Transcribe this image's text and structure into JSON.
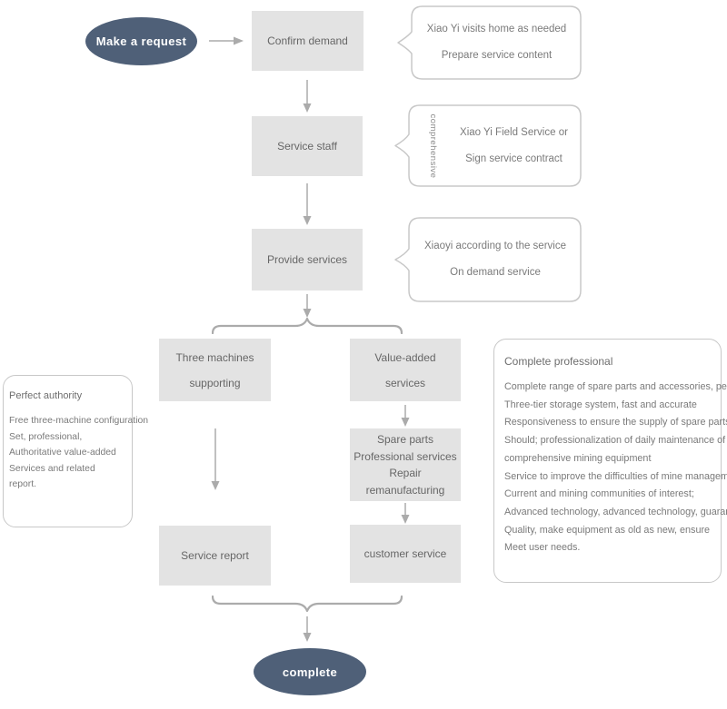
{
  "colors": {
    "terminal_fill": "#4f6078",
    "terminal_text": "#ffffff",
    "node_fill": "#e3e3e3",
    "node_text": "#666666",
    "bubble_border": "#c8c8c8",
    "bubble_text": "#7a7a7a",
    "connector": "#ababab"
  },
  "start": {
    "label": "Make a request"
  },
  "end": {
    "label": "complete"
  },
  "nodes": {
    "confirm_demand": {
      "label": "Confirm demand"
    },
    "service_staff": {
      "label": "Service staff"
    },
    "provide_services": {
      "label": "Provide services"
    },
    "three_machines": {
      "lines": [
        "Three machines",
        "supporting"
      ]
    },
    "value_added": {
      "lines": [
        "Value-added",
        "services"
      ]
    },
    "spare_parts": {
      "lines": [
        "Spare parts",
        "Professional services",
        "Repair remanufacturing"
      ]
    },
    "service_report": {
      "label": "Service report"
    },
    "customer_service": {
      "label": "customer service"
    }
  },
  "bubbles": {
    "confirm": {
      "lines": [
        "Xiao Yi visits home as needed",
        "Prepare service content"
      ]
    },
    "staff": {
      "vertical_label": "comprehensive",
      "lines": [
        "Xiao Yi Field Service or",
        "Sign service contract"
      ]
    },
    "services": {
      "lines": [
        "Xiaoyi according to the service",
        "On demand service"
      ]
    }
  },
  "callouts": {
    "perfect_authority": {
      "title": "Perfect authority",
      "lines": [
        "Free three-machine configuration",
        "Set, professional,",
        "Authoritative value-added",
        "Services and related",
        "report."
      ]
    },
    "complete_professional": {
      "title": "Complete professional",
      "lines": [
        "Complete range of spare parts and accessories, perfect",
        "Three-tier storage system, fast and accurate",
        "Responsiveness to ensure the supply of spare parts",
        "Should; professionalization of daily maintenance of",
        "comprehensive mining equipment",
        "Service to improve the difficulties of mine management",
        "Current and mining communities of interest;",
        "Advanced technology, advanced technology, guarantee",
        "Quality, make equipment as old as new, ensure",
        "Meet user needs."
      ]
    }
  }
}
